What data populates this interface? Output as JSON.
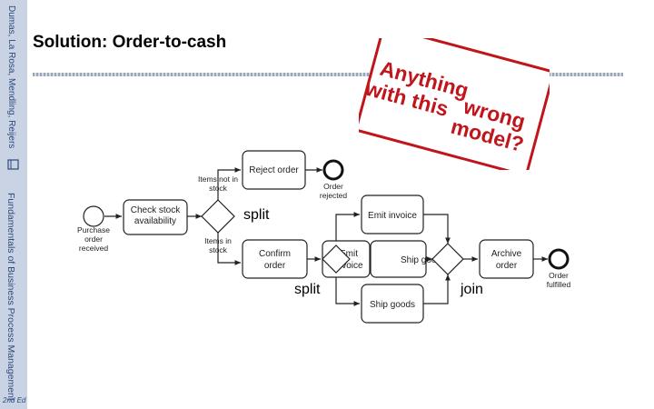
{
  "sidebar": {
    "top_text": "Dumas, La Rosa, Mendling, Reijers",
    "main_text": "Fundamentals of Business Process Management",
    "edition": "2nd Ed"
  },
  "title": "Solution: Order-to-cash",
  "stamp": {
    "lines": [
      "Anything",
      "with this",
      "wrong",
      "model?"
    ]
  },
  "diagram": {
    "start_event": "Purchase order received",
    "tasks": {
      "check_stock": "Check stock availability",
      "reject_order": "Reject order",
      "confirm_order": "Confirm order",
      "emit_invoice_top": "Emit invoice",
      "emit_invoice_mid": "Emit invoice",
      "ship_goods_mid": "Ship goods",
      "ship_goods_bottom": "Ship goods",
      "archive_order": "Archive order"
    },
    "flow_labels": {
      "not_in_stock": "Items not in stock",
      "in_stock": "Items in stock"
    },
    "end_events": {
      "rejected": "Order rejected",
      "fulfilled": "Order fulfilled"
    },
    "annotations": {
      "split_top": "split",
      "split_bottom": "split",
      "join": "join"
    }
  }
}
